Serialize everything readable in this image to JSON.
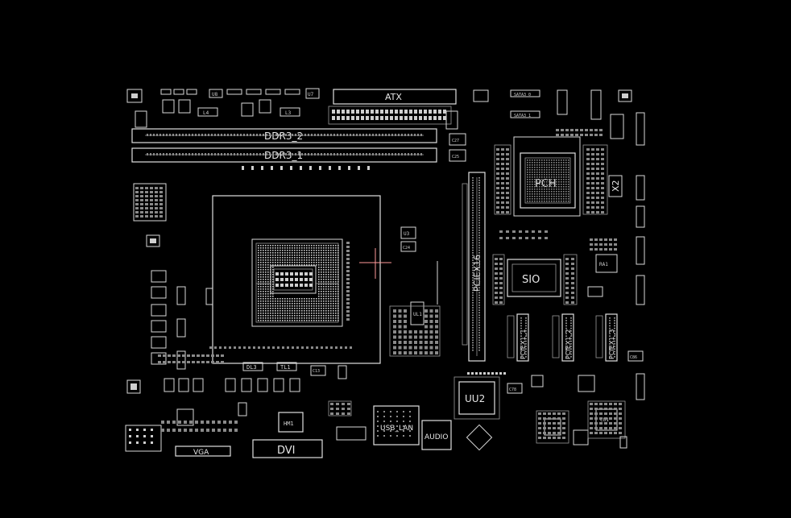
{
  "components": {
    "atx": "ATX",
    "ddr3_2": "DDR3_2",
    "ddr3_1": "DDR3_1",
    "pciex16": "PCIEX16",
    "pch": "PCH",
    "sio": "SIO",
    "pciex1_1": "PCIEX1_1",
    "pciex1_2": "PCIEX1_2",
    "pciex1_3": "PCIEX1_3",
    "uu2": "UU2",
    "dvi": "DVI",
    "vga": "VGA",
    "usb_lan": "USB_LAN",
    "audio": "AUDIO",
    "x2": "X2",
    "dl3": "DL3",
    "tl1": "TL1",
    "l4": "L4",
    "l3": "L3",
    "u3": "U3",
    "u7": "U7",
    "u8": "U8",
    "ul1": "UL1",
    "hm1": "HM1",
    "cu1": "CU1",
    "ra1": "RA1",
    "c27": "C27",
    "c25": "C25",
    "c24": "C24",
    "c13": "C13",
    "c78": "C78",
    "c86": "C86",
    "sata1": "SATA3_0",
    "sata2": "SATA3_1"
  },
  "colors": {
    "background": "#000000",
    "silkscreen": "#d8d8d8",
    "marker": "#ff9a9a"
  }
}
